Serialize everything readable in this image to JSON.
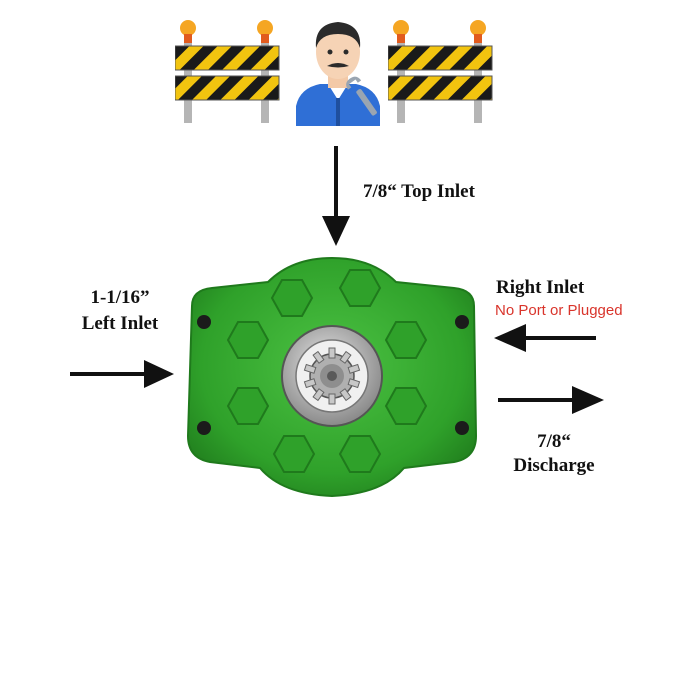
{
  "diagram": {
    "subject": "hydraulic gear pump",
    "colors": {
      "pump_body": "#2fa12a",
      "pump_dark": "#1f7a1c",
      "pump_light": "#4cc243",
      "arrow": "#111111",
      "warning_text": "#d9342b",
      "barrier_yellow": "#f2c40f",
      "barrier_black": "#1a1a1a",
      "barrier_light": "#f5a623",
      "shirt": "#2f6fd6"
    },
    "icons": {
      "left_barrier": "construction-barrier-icon",
      "worker": "mechanic-icon",
      "right_barrier": "construction-barrier-icon"
    },
    "labels": {
      "top_inlet": "7/8“ Top Inlet",
      "left_inlet_line1": "1-1/16”",
      "left_inlet_line2": "Left Inlet",
      "right_inlet": "Right Inlet",
      "right_inlet_note": "No Port or Plugged",
      "discharge_line1": "7/8“",
      "discharge_line2": "Discharge"
    }
  }
}
